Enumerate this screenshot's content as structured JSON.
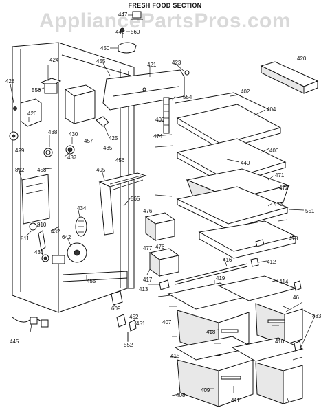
{
  "title": "FRESH FOOD SECTION",
  "watermark": "AppliancePartsPros.com",
  "callouts": [
    "447",
    "448",
    "560",
    "450",
    "423",
    "420",
    "424",
    "455",
    "421",
    "428",
    "556",
    "554",
    "402",
    "404",
    "426",
    "438",
    "430",
    "425",
    "403",
    "474",
    "429",
    "457",
    "435",
    "400",
    "440",
    "437",
    "456",
    "812",
    "458",
    "405",
    "471",
    "472",
    "551",
    "473",
    "476",
    "477",
    "476",
    "434",
    "565",
    "810",
    "811",
    "642",
    "432",
    "431",
    "478",
    "412",
    "416",
    "417",
    "413",
    "419",
    "414",
    "418",
    "407",
    "455",
    "609",
    "452",
    "451",
    "552",
    "445",
    "46",
    "410",
    "415",
    "409",
    "408",
    "411",
    "483"
  ]
}
